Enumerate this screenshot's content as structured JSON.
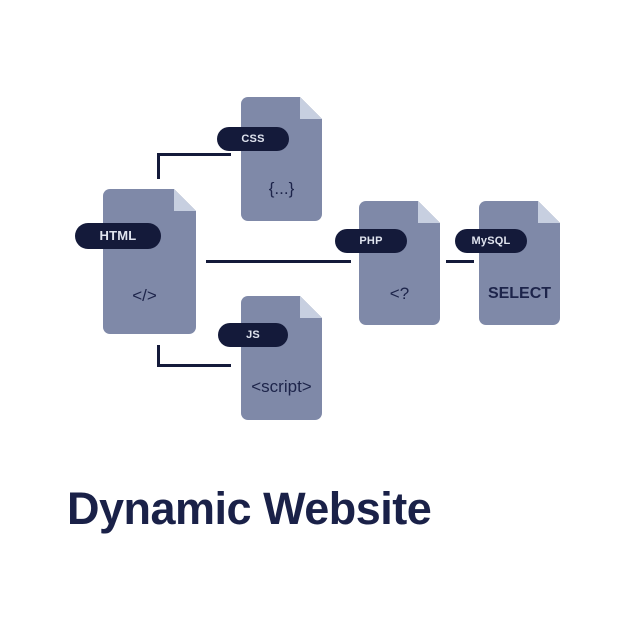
{
  "title": "Dynamic Website",
  "colors": {
    "file_fill": "#7f89a8",
    "file_fold": "#c7cfe0",
    "pill_fill": "#141a3a",
    "pill_text": "#dfe3ee",
    "connector": "#141a3a",
    "symbol_text": "#1d244a",
    "title_text": "#1a2148",
    "background": "#ffffff"
  },
  "nodes": {
    "html": {
      "label": "HTML",
      "symbol": "</>",
      "icon": "file-icon"
    },
    "css": {
      "label": "CSS",
      "symbol": "{...}",
      "icon": "file-icon"
    },
    "js": {
      "label": "JS",
      "symbol": "<script>",
      "icon": "file-icon"
    },
    "php": {
      "label": "PHP",
      "symbol": "<?",
      "icon": "file-icon"
    },
    "mysql": {
      "label": "MySQL",
      "symbol": "SELECT",
      "icon": "file-icon"
    }
  },
  "edges": [
    {
      "from": "html",
      "to": "css"
    },
    {
      "from": "html",
      "to": "js"
    },
    {
      "from": "html",
      "to": "php"
    },
    {
      "from": "php",
      "to": "mysql"
    }
  ]
}
